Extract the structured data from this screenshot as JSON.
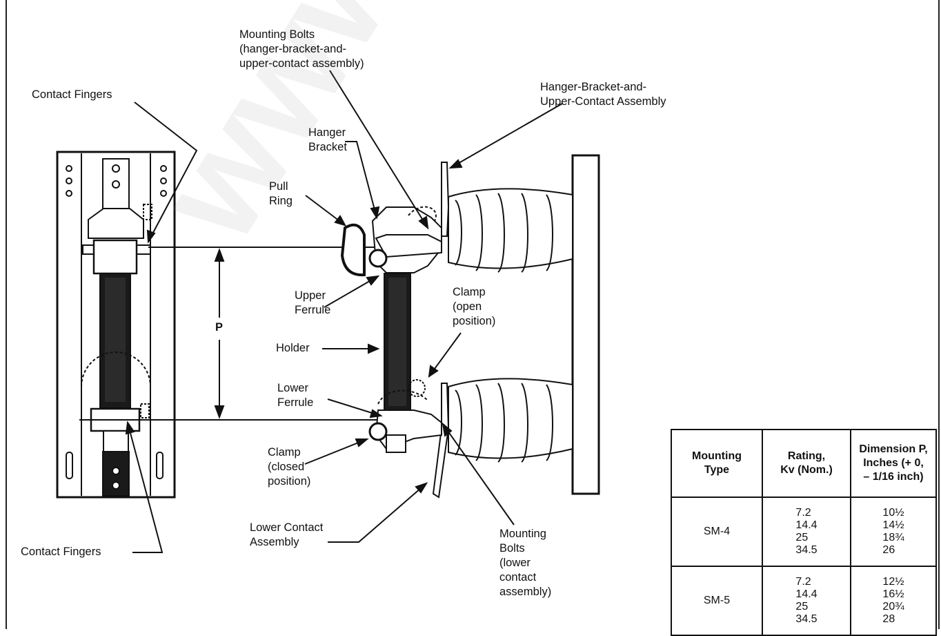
{
  "labels": {
    "mounting_bolts_upper": "Mounting Bolts\n(hanger-bracket-and-\nupper-contact assembly)",
    "contact_fingers_top": "Contact Fingers",
    "hanger_bracket_assembly": "Hanger-Bracket-and-\nUpper-Contact Assembly",
    "hanger_bracket": "Hanger\nBracket",
    "pull_ring": "Pull\nRing",
    "upper_ferrule": "Upper\nFerrule",
    "clamp_open": "Clamp\n(open\nposition)",
    "dimension_p": "P",
    "holder": "Holder",
    "lower_ferrule": "Lower\nFerrule",
    "clamp_closed": "Clamp\n(closed\nposition)",
    "lower_contact_assembly": "Lower Contact\nAssembly",
    "mounting_bolts_lower": "Mounting\nBolts\n(lower\ncontact\nassembly)",
    "contact_fingers_bottom": "Contact Fingers"
  },
  "table": {
    "headers": [
      "Mounting\nType",
      "Rating,\nKv (Nom.)",
      "Dimension P,\nInches (+ 0,\n– 1/16 inch)"
    ],
    "rows": [
      {
        "type": "SM-4",
        "ratings": "7.2\n14.4\n25\n34.5",
        "dims": "10½\n14½\n18¾\n26"
      },
      {
        "type": "SM-5",
        "ratings": "7.2\n14.4\n25\n34.5",
        "dims": "12½\n16½\n20¾\n28"
      }
    ]
  },
  "watermark": "www.ElectricalPartManuals.com"
}
